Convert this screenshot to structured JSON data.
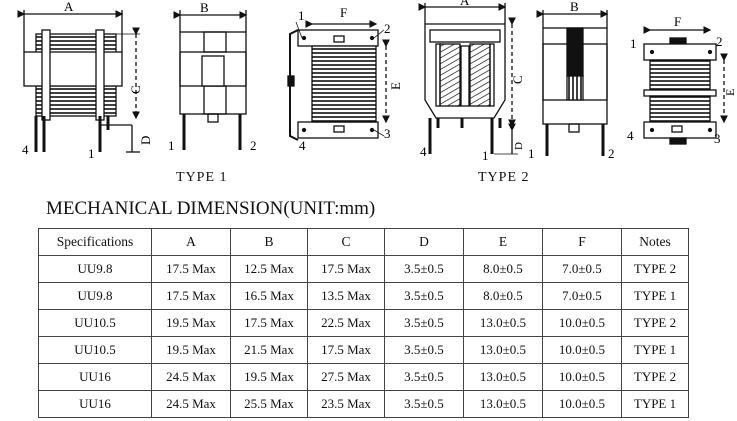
{
  "drawing_labels": {
    "dim_a": "A",
    "dim_b": "B",
    "dim_c": "C",
    "dim_d": "D",
    "dim_e": "E",
    "dim_f": "F",
    "pin_1": "1",
    "pin_2": "2",
    "pin_3": "3",
    "pin_4": "4"
  },
  "type_labels": {
    "type1": "TYPE 1",
    "type2": "TYPE 2"
  },
  "section_title": "MECHANICAL DIMENSION(UNIT:mm)",
  "table": {
    "headers": [
      "Specifications",
      "A",
      "B",
      "C",
      "D",
      "E",
      "F",
      "Notes"
    ],
    "rows": [
      [
        "UU9.8",
        "17.5 Max",
        "12.5 Max",
        "17.5 Max",
        "3.5±0.5",
        "8.0±0.5",
        "7.0±0.5",
        "TYPE 2"
      ],
      [
        "UU9.8",
        "17.5 Max",
        "16.5 Max",
        "13.5 Max",
        "3.5±0.5",
        "8.0±0.5",
        "7.0±0.5",
        "TYPE 1"
      ],
      [
        "UU10.5",
        "19.5 Max",
        "17.5 Max",
        "22.5 Max",
        "3.5±0.5",
        "13.0±0.5",
        "10.0±0.5",
        "TYPE 2"
      ],
      [
        "UU10.5",
        "19.5 Max",
        "21.5 Max",
        "17.5 Max",
        "3.5±0.5",
        "13.0±0.5",
        "10.0±0.5",
        "TYPE 1"
      ],
      [
        "UU16",
        "24.5 Max",
        "19.5 Max",
        "27.5 Max",
        "3.5±0.5",
        "13.0±0.5",
        "10.0±0.5",
        "TYPE 2"
      ],
      [
        "UU16",
        "24.5 Max",
        "25.5 Max",
        "23.5 Max",
        "3.5±0.5",
        "13.0±0.5",
        "10.0±0.5",
        "TYPE 1"
      ]
    ]
  }
}
